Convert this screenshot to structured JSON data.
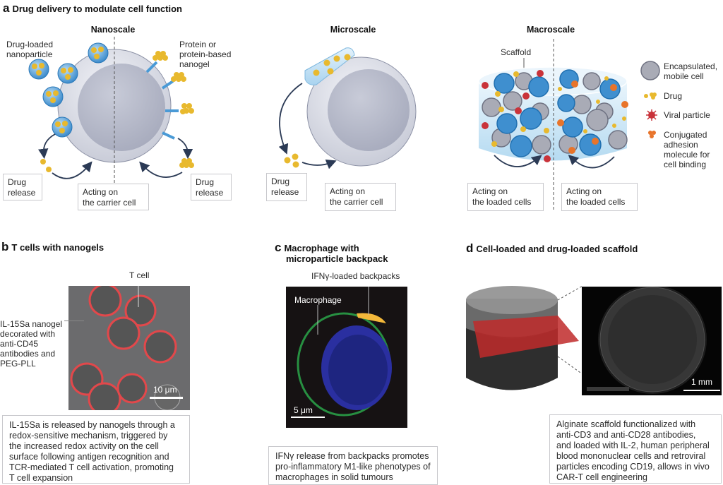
{
  "panel_a": {
    "letter": "a",
    "title": "Drug delivery to modulate cell function",
    "nanoscale": {
      "heading": "Nanoscale",
      "label_nanoparticle": [
        "Drug-loaded",
        "nanoparticle"
      ],
      "label_nanogel": [
        "Protein or",
        "protein-based",
        "nanogel"
      ],
      "box_left": [
        "Drug",
        "release"
      ],
      "box_center": [
        "Acting on",
        "the carrier cell"
      ],
      "box_right": [
        "Drug",
        "release"
      ]
    },
    "microscale": {
      "heading": "Microscale",
      "box_left": [
        "Drug",
        "release"
      ],
      "box_center": [
        "Acting on",
        "the carrier cell"
      ]
    },
    "macroscale": {
      "heading": "Macroscale",
      "label_scaffold": "Scaffold",
      "box_left": [
        "Acting on",
        "the loaded cells"
      ],
      "box_right": [
        "Acting on",
        "the loaded cells"
      ]
    },
    "legend": [
      {
        "icon": "encapsulated-cell-icon",
        "lines": [
          "Encapsulated,",
          "mobile cell"
        ]
      },
      {
        "icon": "drug-icon",
        "lines": [
          "Drug"
        ]
      },
      {
        "icon": "viral-particle-icon",
        "lines": [
          "Viral particle"
        ]
      },
      {
        "icon": "adhesion-molecule-icon",
        "lines": [
          "Conjugated",
          "adhesion",
          "molecule for",
          "cell binding"
        ]
      }
    ]
  },
  "panel_b": {
    "letter": "b",
    "title": "T cells with nanogels",
    "label_tcell": "T cell",
    "label_nanogel": [
      "IL-15Sa nanogel",
      "decorated with",
      "anti-CD45",
      "antibodies and",
      "PEG-PLL"
    ],
    "scale_bar": "10 μm",
    "caption": [
      "IL-15Sa is released by nanogels through a",
      "redox-sensitive mechanism, triggered by",
      "the increased redox activity on the cell",
      "surface following antigen recognition and",
      "TCR-mediated T cell activation, promoting",
      "T cell expansion"
    ]
  },
  "panel_c": {
    "letter": "c",
    "title": [
      "Macrophage with",
      "microparticle backpack"
    ],
    "label_backpacks": "IFNγ-loaded backpacks",
    "label_macrophage": "Macrophage",
    "scale_bar": "5 μm",
    "caption": [
      "IFNγ release from backpacks promotes",
      "pro-inflammatory M1-like phenotypes of",
      "macrophages in solid tumours"
    ]
  },
  "panel_d": {
    "letter": "d",
    "title": "Cell-loaded and drug-loaded scaffold",
    "scale_bar": "1 mm",
    "caption": [
      "Alginate scaffold functionalized with",
      "anti-CD3 and anti-CD28 antibodies,",
      "and loaded with IL-2, human peripheral",
      "blood mononuclear cells and retroviral",
      "particles encoding CD19, allows in vivo",
      "CAR-T cell engineering"
    ]
  },
  "colors": {
    "cell_outer": "#dfe1ea",
    "cell_inner": "#b9bccb",
    "nanoparticle": "#4a9ad6",
    "drug": "#e8b92e",
    "viral": "#c9333a",
    "adhesion": "#e8742a",
    "arrow": "#2b3a55",
    "scaffold": "#cfe8f7"
  }
}
